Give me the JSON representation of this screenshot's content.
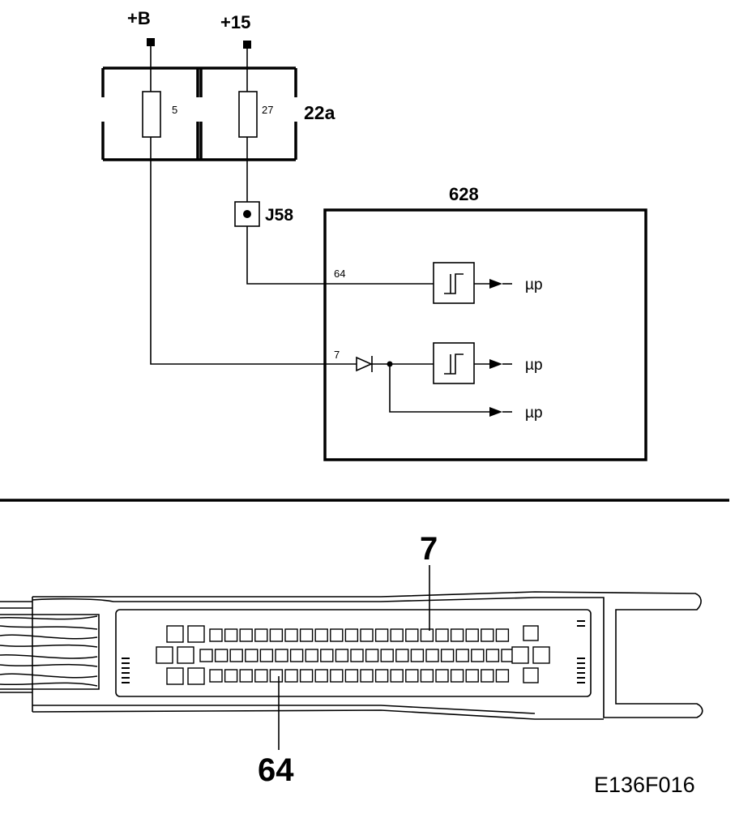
{
  "supply": {
    "plus_b": "+B",
    "plus_15": "+15"
  },
  "fuse_box": {
    "label": "22a",
    "fuse_left": "5",
    "fuse_right": "27"
  },
  "junction": {
    "label": "J58"
  },
  "control_module": {
    "label": "628",
    "pin_upper": "64",
    "pin_lower": "7",
    "outputs": [
      "µp",
      "µp",
      "µp"
    ]
  },
  "connector": {
    "callout_top": "7",
    "callout_bottom": "64"
  },
  "figure_code": "E136F016"
}
